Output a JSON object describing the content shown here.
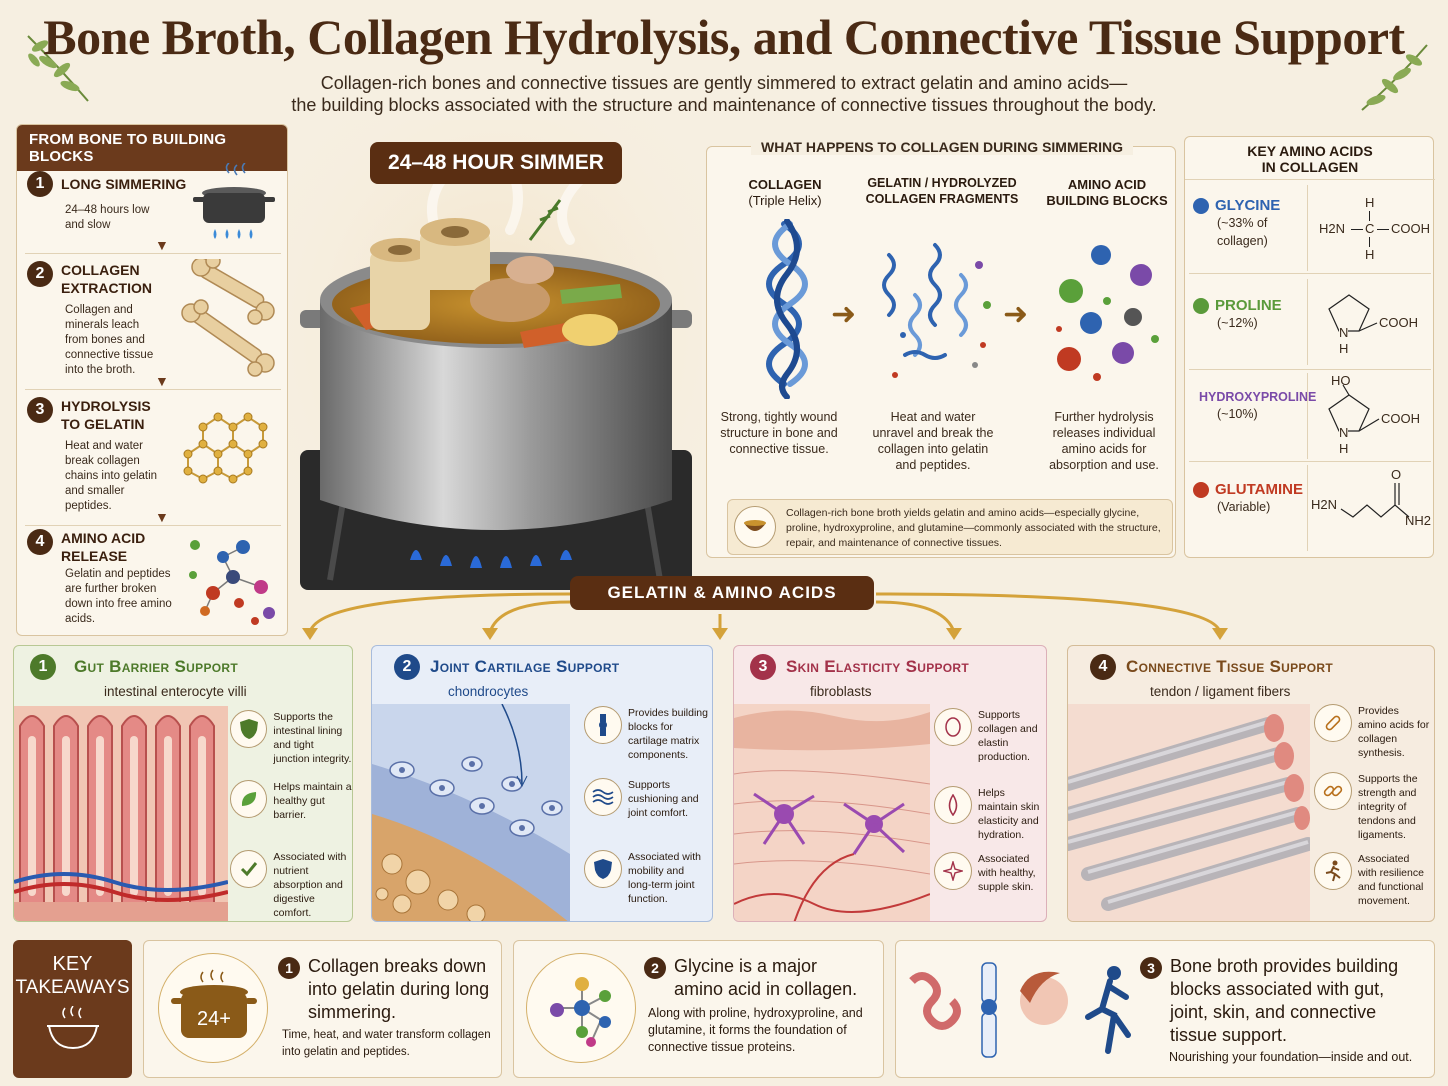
{
  "header": {
    "title": "Bone Broth, Collagen Hydrolysis, and Connective Tissue Support",
    "subtitle_line1": "Collagen-rich bones and connective tissues are gently simmered to extract gelatin and amino acids—",
    "subtitle_line2": "the building blocks associated with the structure and maintenance of connective tissues throughout the body."
  },
  "left_panel": {
    "title": "FROM BONE TO BUILDING BLOCKS",
    "steps": [
      {
        "num": "1",
        "title": "LONG SIMMERING",
        "desc": "24–48 hours low and slow"
      },
      {
        "num": "2",
        "title": "COLLAGEN EXTRACTION",
        "desc": "Collagen and minerals leach from bones and connective tissue into the broth."
      },
      {
        "num": "3",
        "title": "HYDROLYSIS TO GELATIN",
        "desc": "Heat and water break collagen chains into gelatin and smaller peptides."
      },
      {
        "num": "4",
        "title": "AMINO ACID RELEASE",
        "desc": "Gelatin and peptides are further broken down into free amino acids."
      }
    ]
  },
  "simmer_badge": "24–48 HOUR SIMMER",
  "collagen_panel": {
    "title": "WHAT HAPPENS TO COLLAGEN DURING SIMMERING",
    "columns": [
      {
        "head1": "COLLAGEN",
        "head2": "(Triple Helix)",
        "desc": "Strong, tightly wound structure in bone and connective tissue."
      },
      {
        "head1": "GELATIN / HYDROLYZED COLLAGEN FRAGMENTS",
        "head2": "",
        "desc": "Heat and water unravel and break the collagen into gelatin and peptides."
      },
      {
        "head1": "AMINO ACID BUILDING BLOCKS",
        "head2": "",
        "desc": "Further hydrolysis releases individual amino acids for absorption and use."
      }
    ],
    "note": "Collagen-rich bone broth yields gelatin and amino acids—especially glycine, proline, hydroxyproline, and glutamine—commonly associated with the structure, repair, and maintenance of connective tissues."
  },
  "amino_panel": {
    "title_line1": "KEY AMINO ACIDS",
    "title_line2": "IN COLLAGEN",
    "acids": [
      {
        "name": "GLYCINE",
        "pct": "(~33% of collagen)",
        "color": "#2e63b0"
      },
      {
        "name": "PROLINE",
        "pct": "(~12%)",
        "color": "#5a9a3a"
      },
      {
        "name": "HYDROXYPROLINE",
        "pct": "(~10%)",
        "color": "#7a4aa8"
      },
      {
        "name": "GLUTAMINE",
        "pct": "(Variable)",
        "color": "#c03a22"
      }
    ],
    "chem": {
      "glycine": {
        "h_top": "H",
        "left": "H2N",
        "c": "C",
        "right": "COOH",
        "h_bot": "H"
      },
      "proline": {
        "n": "N",
        "h": "H",
        "cooh": "COOH"
      },
      "hydroxyproline": {
        "ho": "HO",
        "n": "N",
        "h": "H",
        "cooh": "COOH"
      },
      "glutamine": {
        "o": "O",
        "h2n": "H2N",
        "nh2": "NH2"
      }
    }
  },
  "center_pill": "GELATIN & AMINO ACIDS",
  "cards": [
    {
      "num": "1",
      "title": "Gut Barrier Support",
      "sub": "intestinal enterocyte villi",
      "benefits": [
        "Supports the intestinal lining and tight junction integrity.",
        "Helps maintain a healthy gut barrier.",
        "Associated with nutrient absorption and digestive comfort."
      ],
      "accent": "#4d7a2a"
    },
    {
      "num": "2",
      "title": "Joint Cartilage Support",
      "sub": "chondrocytes",
      "benefits": [
        "Provides building blocks for cartilage matrix components.",
        "Supports cushioning and joint comfort.",
        "Associated with mobility and long-term joint function."
      ],
      "accent": "#1f4a8a"
    },
    {
      "num": "3",
      "title": "Skin Elasticity Support",
      "sub": "fibroblasts",
      "benefits": [
        "Supports collagen and elastin production.",
        "Helps maintain skin elasticity and hydration.",
        "Associated with healthy, supple skin."
      ],
      "accent": "#a3324a"
    },
    {
      "num": "4",
      "title": "Connective Tissue Support",
      "sub": "tendon / ligament fibers",
      "benefits": [
        "Provides amino acids for collagen synthesis.",
        "Supports the strength and integrity of tendons and ligaments.",
        "Associated with resilience and functional movement."
      ],
      "accent": "#7a4a1c"
    }
  ],
  "takeaways": {
    "label_line1": "KEY",
    "label_line2": "TAKEAWAYS",
    "pot_label": "24+",
    "items": [
      {
        "num": "1",
        "title": "Collagen breaks down into gelatin during long simmering.",
        "desc": "Time, heat, and water transform collagen into gelatin and peptides."
      },
      {
        "num": "2",
        "title": "Glycine is a major amino acid in collagen.",
        "desc": "Along with proline, hydroxyproline, and glutamine, it forms the foundation of connective tissue proteins."
      },
      {
        "num": "3",
        "title": "Bone broth provides building blocks associated with gut, joint, skin, and connective tissue support.",
        "desc": "Nourishing your foundation—inside and out."
      }
    ]
  }
}
